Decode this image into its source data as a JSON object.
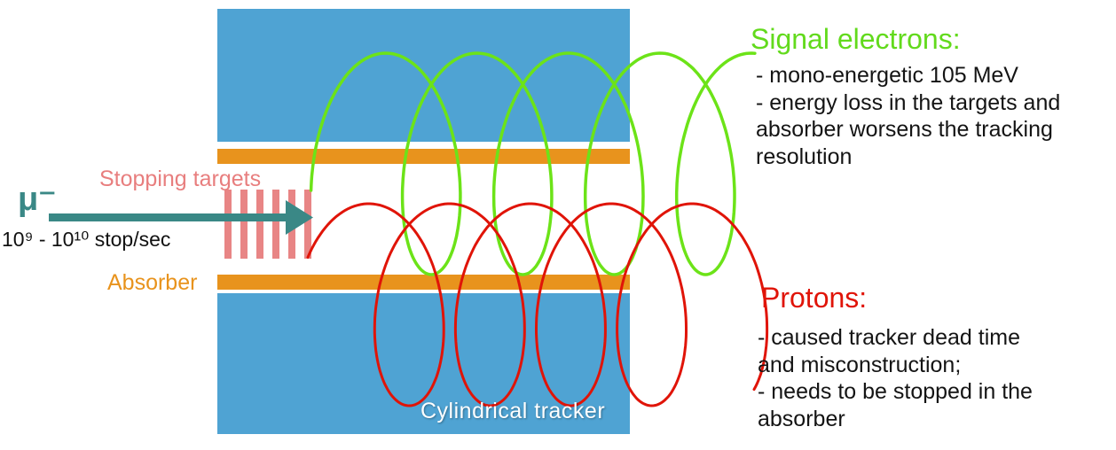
{
  "beam": {
    "particle": "μ⁻",
    "rate": "10⁹ - 10¹⁰ stop/sec"
  },
  "labels": {
    "stopping_targets": "Stopping targets",
    "absorber": "Absorber",
    "tracker": "Cylindrical tracker"
  },
  "signal_electrons": {
    "title": "Signal electrons:",
    "notes": "- mono-energetic 105 MeV\n- energy loss in the targets and\nabsorber worsens the tracking\nresolution"
  },
  "protons": {
    "title": "Protons:",
    "notes": "- caused tracker dead time\nand misconstruction;\n- needs to be stopped in the\nabsorber"
  },
  "colors": {
    "tracker_blue": "#4fa3d3",
    "absorber_orange": "#e8931d",
    "target_pink": "#e88585",
    "beam_teal": "#3a8886",
    "electron_green": "#6ce318",
    "proton_red": "#e01408"
  }
}
